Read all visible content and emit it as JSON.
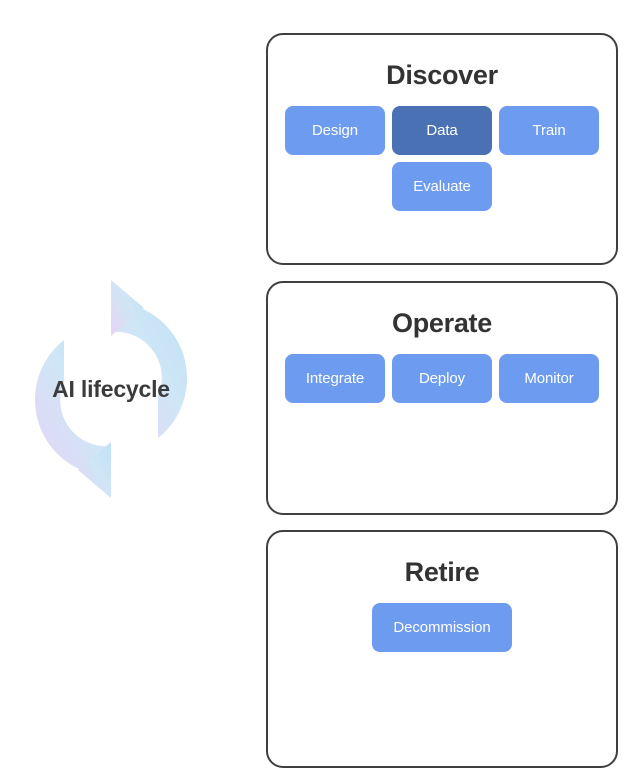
{
  "diagram": {
    "title": "AI lifecycle",
    "emblem": {
      "label": "AI lifecycle",
      "icon_name": "cycle-arrows-icon",
      "gradient_from": "#c6e4f8",
      "gradient_to": "#e6d4f6"
    },
    "colors": {
      "card_border": "#3f3f3f",
      "card_background": "#ffffff",
      "title_text": "#333333",
      "chip_default": "#6d9bef",
      "chip_accent": "#4a71b4",
      "chip_text": "#ffffff",
      "page_background": "#ffffff"
    },
    "stages": [
      {
        "id": "discover",
        "title": "Discover",
        "rows": [
          [
            {
              "label": "Design",
              "accent": false,
              "wide": false
            },
            {
              "label": "Data",
              "accent": true,
              "wide": false
            },
            {
              "label": "Train",
              "accent": false,
              "wide": false
            }
          ],
          [
            {
              "label": "Evaluate",
              "accent": false,
              "wide": false
            }
          ]
        ]
      },
      {
        "id": "operate",
        "title": "Operate",
        "rows": [
          [
            {
              "label": "Integrate",
              "accent": false,
              "wide": false
            },
            {
              "label": "Deploy",
              "accent": false,
              "wide": false
            },
            {
              "label": "Monitor",
              "accent": false,
              "wide": false
            }
          ]
        ]
      },
      {
        "id": "retire",
        "title": "Retire",
        "rows": [
          [
            {
              "label": "Decommission",
              "accent": false,
              "wide": true
            }
          ]
        ]
      }
    ]
  }
}
